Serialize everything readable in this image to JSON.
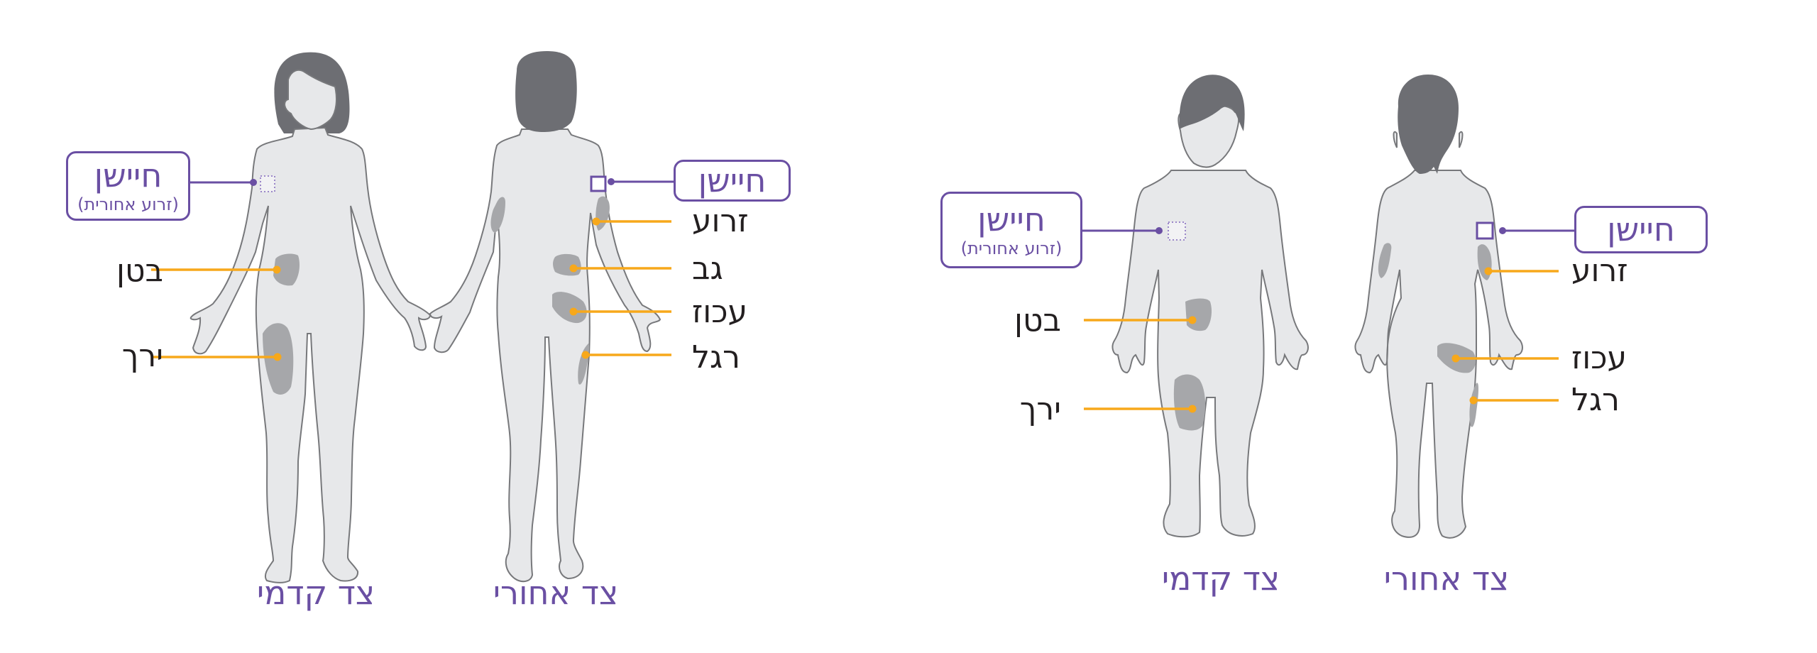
{
  "colors": {
    "body_fill": "#e7e8ea",
    "body_outline": "#77787b",
    "hair": "#6d6e73",
    "zone": "#a6a7aa",
    "leader_orange": "#f7a81b",
    "sensor_purple": "#6a4fa3",
    "label_text": "#231f20"
  },
  "adult": {
    "front": {
      "side_label": "צד קדמי",
      "sensor": {
        "title": "חיישן",
        "subtitle": "(זרוע אחורית)",
        "marker": "dotted-square"
      },
      "sites": [
        {
          "label": "בטן",
          "zone": "abdomen"
        },
        {
          "label": "ירך",
          "zone": "thigh"
        }
      ]
    },
    "back": {
      "side_label": "צד אחורי",
      "sensor": {
        "title": "חיישן",
        "marker": "solid-square"
      },
      "sites": [
        {
          "label": "זרוע",
          "zone": "upper-arm"
        },
        {
          "label": "גב",
          "zone": "lower-back"
        },
        {
          "label": "עכוז",
          "zone": "buttock"
        },
        {
          "label": "רגל",
          "zone": "back-thigh"
        }
      ]
    }
  },
  "child": {
    "front": {
      "side_label": "צד קדמי",
      "sensor": {
        "title": "חיישן",
        "subtitle": "(זרוע אחורית)",
        "marker": "dotted-square"
      },
      "sites": [
        {
          "label": "בטן",
          "zone": "abdomen"
        },
        {
          "label": "ירך",
          "zone": "thigh"
        }
      ]
    },
    "back": {
      "side_label": "צד אחורי",
      "sensor": {
        "title": "חיישן",
        "marker": "solid-square"
      },
      "sites": [
        {
          "label": "זרוע",
          "zone": "upper-arm"
        },
        {
          "label": "עכוז",
          "zone": "buttock"
        },
        {
          "label": "רגל",
          "zone": "back-thigh"
        }
      ]
    }
  }
}
